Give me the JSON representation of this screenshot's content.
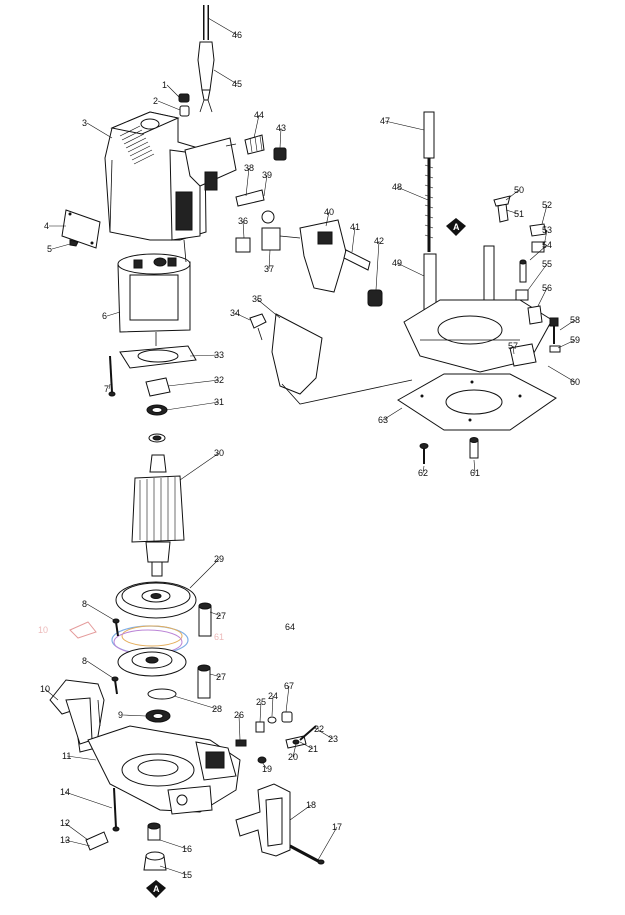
{
  "diagram": {
    "part_numbers": [
      "1",
      "2",
      "3",
      "4",
      "5",
      "6",
      "7",
      "8",
      "8",
      "9",
      "10",
      "11",
      "12",
      "13",
      "14",
      "15",
      "16",
      "17",
      "18",
      "19",
      "20",
      "21",
      "22",
      "23",
      "24",
      "25",
      "26",
      "27",
      "27",
      "28",
      "29",
      "30",
      "31",
      "32",
      "33",
      "34",
      "35",
      "36",
      "37",
      "38",
      "39",
      "40",
      "41",
      "42",
      "43",
      "44",
      "45",
      "46",
      "47",
      "48",
      "49",
      "50",
      "51",
      "52",
      "53",
      "54",
      "55",
      "56",
      "57",
      "58",
      "59",
      "60",
      "61",
      "62",
      "63",
      "64",
      "67",
      "67"
    ],
    "marker_label": "A",
    "faint_labels": [
      "10",
      "61"
    ],
    "colors": {
      "ink": "#111111",
      "background": "#ffffff",
      "overprint_red": "#e08a8a",
      "overprint_blue": "#6aa0e0"
    }
  }
}
